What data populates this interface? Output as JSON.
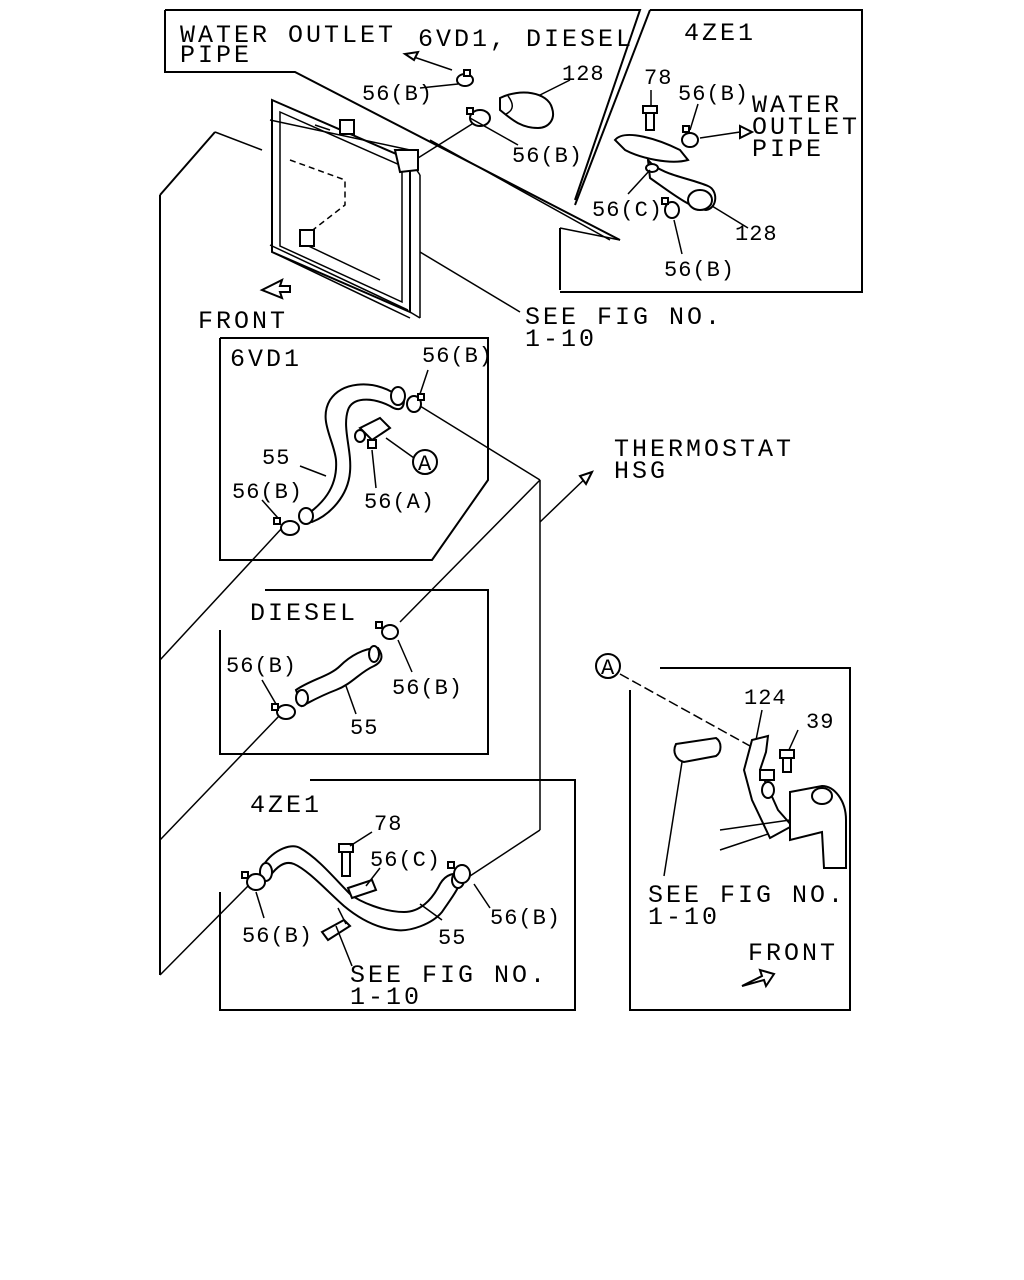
{
  "topleft": {
    "water_outlet_l1": "WATER OUTLET",
    "water_outlet_l2": "PIPE",
    "variant": "6VD1, DIESEL",
    "c56b_a": "56(B)",
    "c128": "128",
    "c56b_b": "56(B)",
    "front": "FRONT",
    "see_l1": "SEE FIG NO.",
    "see_l2": "1-10"
  },
  "topright": {
    "title": "4ZE1",
    "c78": "78",
    "c56b_a": "56(B)",
    "water_l1": "WATER",
    "water_l2": "OUTLET",
    "water_l3": "PIPE",
    "c56c": "56(C)",
    "c128": "128",
    "c56b_b": "56(B)"
  },
  "box_6vd1": {
    "title": "6VD1",
    "c56b_top": "56(B)",
    "c55": "55",
    "c56b_left": "56(B)",
    "c56a": "56(A)",
    "callout": "A"
  },
  "thermostat": {
    "l1": "THERMOSTAT",
    "l2": "HSG"
  },
  "box_diesel": {
    "title": "DIESEL",
    "c56b_left": "56(B)",
    "c56b_right": "56(B)",
    "c55": "55"
  },
  "box_4ze1": {
    "title": "4ZE1",
    "c78": "78",
    "c56c": "56(C)",
    "c56b_left": "56(B)",
    "c55": "55",
    "c56b_right": "56(B)",
    "see_l1": "SEE FIG NO.",
    "see_l2": "1-10"
  },
  "detail_a": {
    "callout": "A",
    "c124": "124",
    "c39": "39",
    "see_l1": "SEE FIG NO.",
    "see_l2": "1-10",
    "front": "FRONT"
  }
}
